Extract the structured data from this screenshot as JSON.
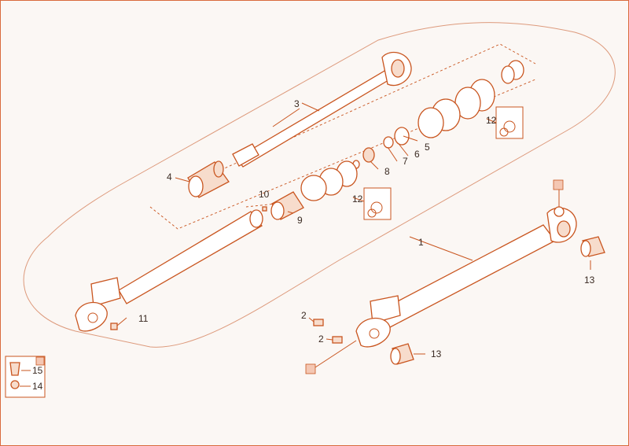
{
  "diagram": {
    "labels": {
      "cylinder": "1",
      "grease_fitting": "2",
      "grease_fitting_2": "2",
      "piston_rod": "3",
      "cylinder_head": "4",
      "seal_5": "5",
      "seal_6": "6",
      "seal_7": "7",
      "seal_8": "8",
      "piston": "9",
      "nut_10": "10",
      "pin_11": "11",
      "seal_kit_a": "12",
      "seal_kit_b": "12",
      "bushing_a": "13",
      "bushing_b": "13",
      "legend_14": "14",
      "legend_15": "15"
    },
    "colors": {
      "accent": "#c9551f",
      "fill": "#f7dccc",
      "tag": "#f4c7b3"
    }
  }
}
